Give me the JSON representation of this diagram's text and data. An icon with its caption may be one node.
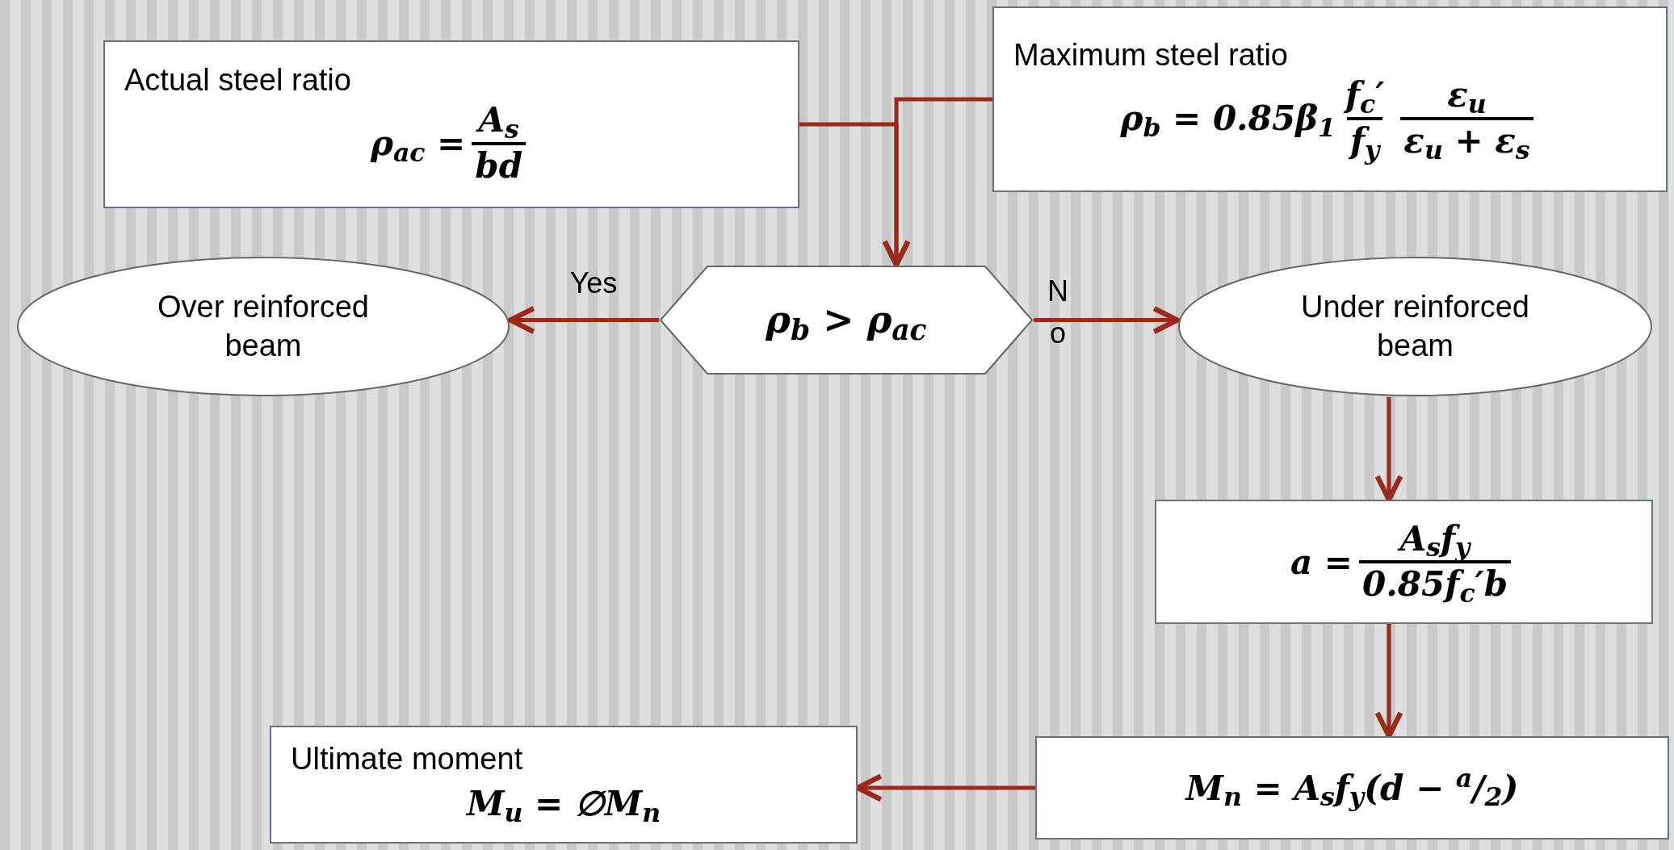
{
  "diagram": {
    "nodes": [
      {
        "text": [
          "Actual steel ratio",
          "ρ$_{ac}$ =",
          "A$_{s}$",
          "bd"
        ]
      },
      {
        "text": [
          "Maximum steel ratio",
          "ρ$_{b}$ = 0.85β$_{1}$",
          "f$_{c}$′",
          "f$_{y}$",
          "ε$_{u}$",
          "ε$_{u}$ + ε$_{s}$"
        ]
      },
      {
        "text": [
          "ρ$_{b}$ > ρ$_{ac}$"
        ]
      },
      {
        "text": [
          "Over reinforced beam"
        ]
      },
      {
        "text": [
          "Under reinforced beam"
        ]
      },
      {
        "text": [
          "a =",
          "A$_{s}$f$_{y}$",
          "0.85f$_{c}$′b"
        ]
      },
      {
        "text": [
          "M$_{n}$ = A$_{s}$f$_{y}$(d − $^{a}$/$_{2}$)"
        ]
      },
      {
        "text": [
          "Ultimate moment",
          "M$_{u}$ = ∅M$_{n}$"
        ]
      }
    ],
    "edges": [
      {
        "from": 0,
        "to": 2,
        "arrow": "to"
      },
      {
        "from": 1,
        "to": 2,
        "arrow": "to"
      },
      {
        "from": 2,
        "to": 3,
        "arrow": "to",
        "label": "Yes"
      },
      {
        "from": 2,
        "to": 4,
        "arrow": "to",
        "label": "N o"
      },
      {
        "from": 4,
        "to": 5,
        "arrow": "to"
      },
      {
        "from": 5,
        "to": 6,
        "arrow": "to"
      },
      {
        "from": 6,
        "to": 7,
        "arrow": "to"
      }
    ]
  }
}
